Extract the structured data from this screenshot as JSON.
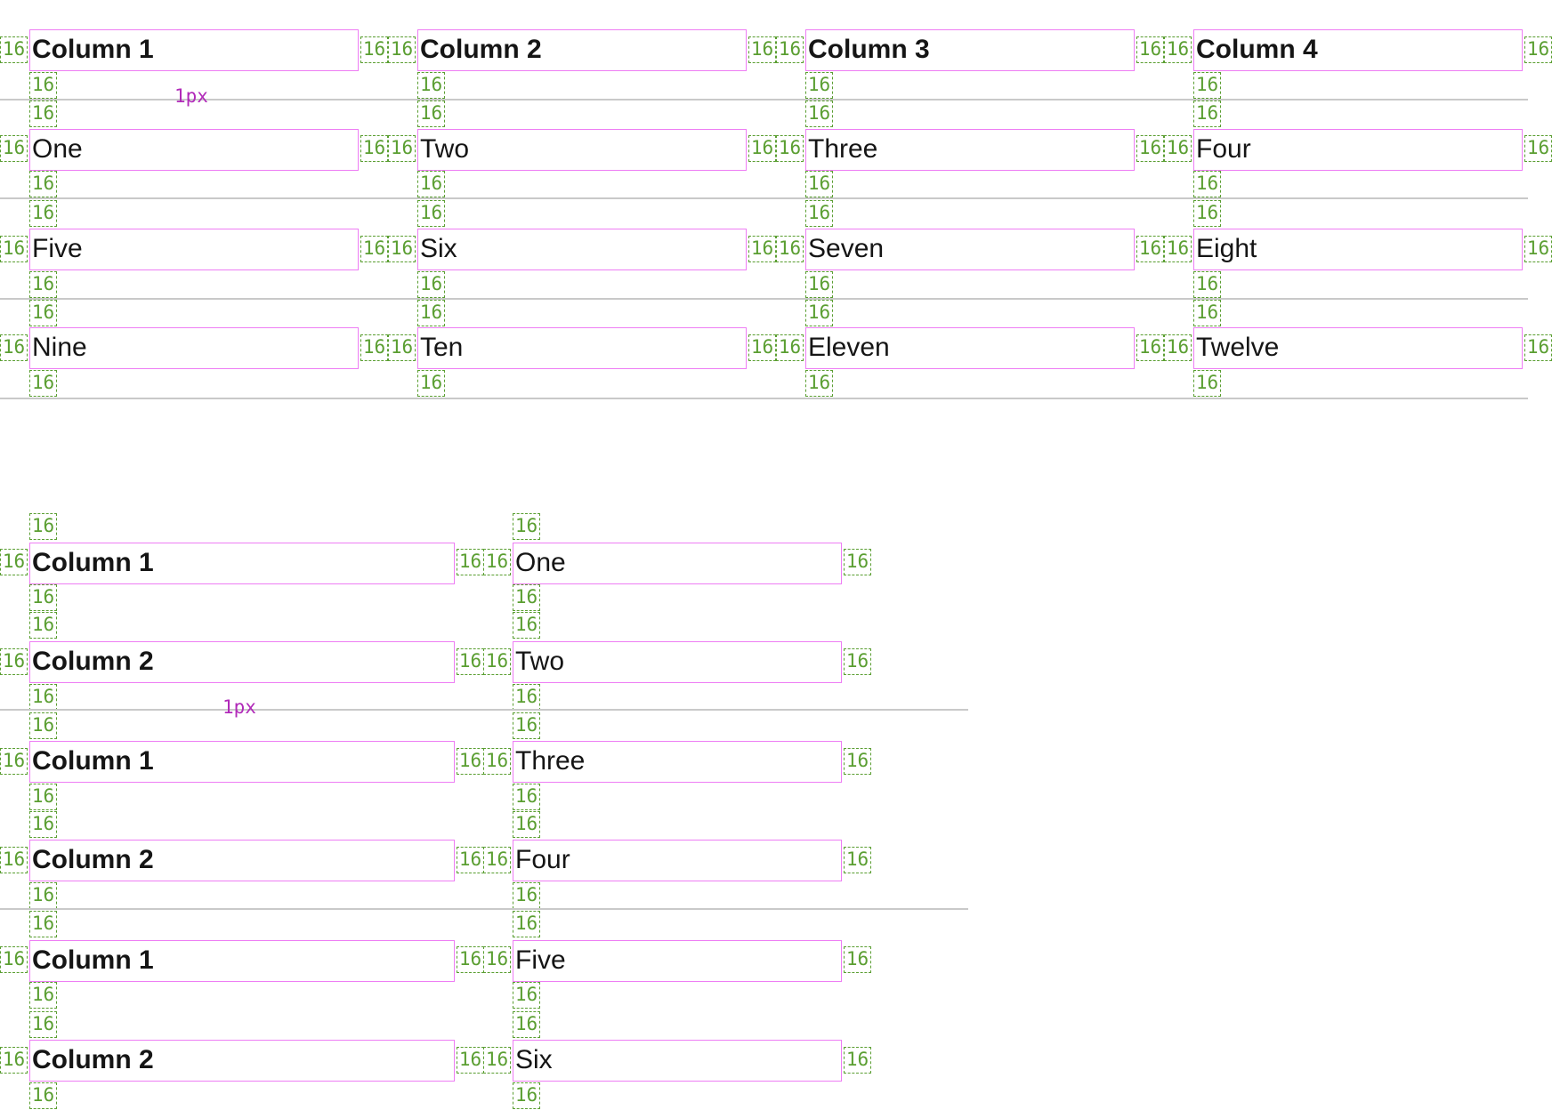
{
  "spacer_label": "16",
  "border_label": "1px",
  "colors": {
    "box": "#ee7df4",
    "spacer": "#5a9e31",
    "border_label": "#b12ab9",
    "divider": "#c9c9c9"
  },
  "grid": {
    "headers": [
      "Column 1",
      "Column 2",
      "Column 3",
      "Column 4"
    ],
    "rows": [
      [
        "One",
        "Two",
        "Three",
        "Four"
      ],
      [
        "Five",
        "Six",
        "Seven",
        "Eight"
      ],
      [
        "Nine",
        "Ten",
        "Eleven",
        "Twelve"
      ]
    ]
  },
  "stacked": {
    "pairs": [
      [
        {
          "label": "Column 1",
          "value": "One"
        },
        {
          "label": "Column 2",
          "value": "Two"
        }
      ],
      [
        {
          "label": "Column 1",
          "value": "Three"
        },
        {
          "label": "Column 2",
          "value": "Four"
        }
      ],
      [
        {
          "label": "Column 1",
          "value": "Five"
        },
        {
          "label": "Column 2",
          "value": "Six"
        }
      ]
    ]
  }
}
